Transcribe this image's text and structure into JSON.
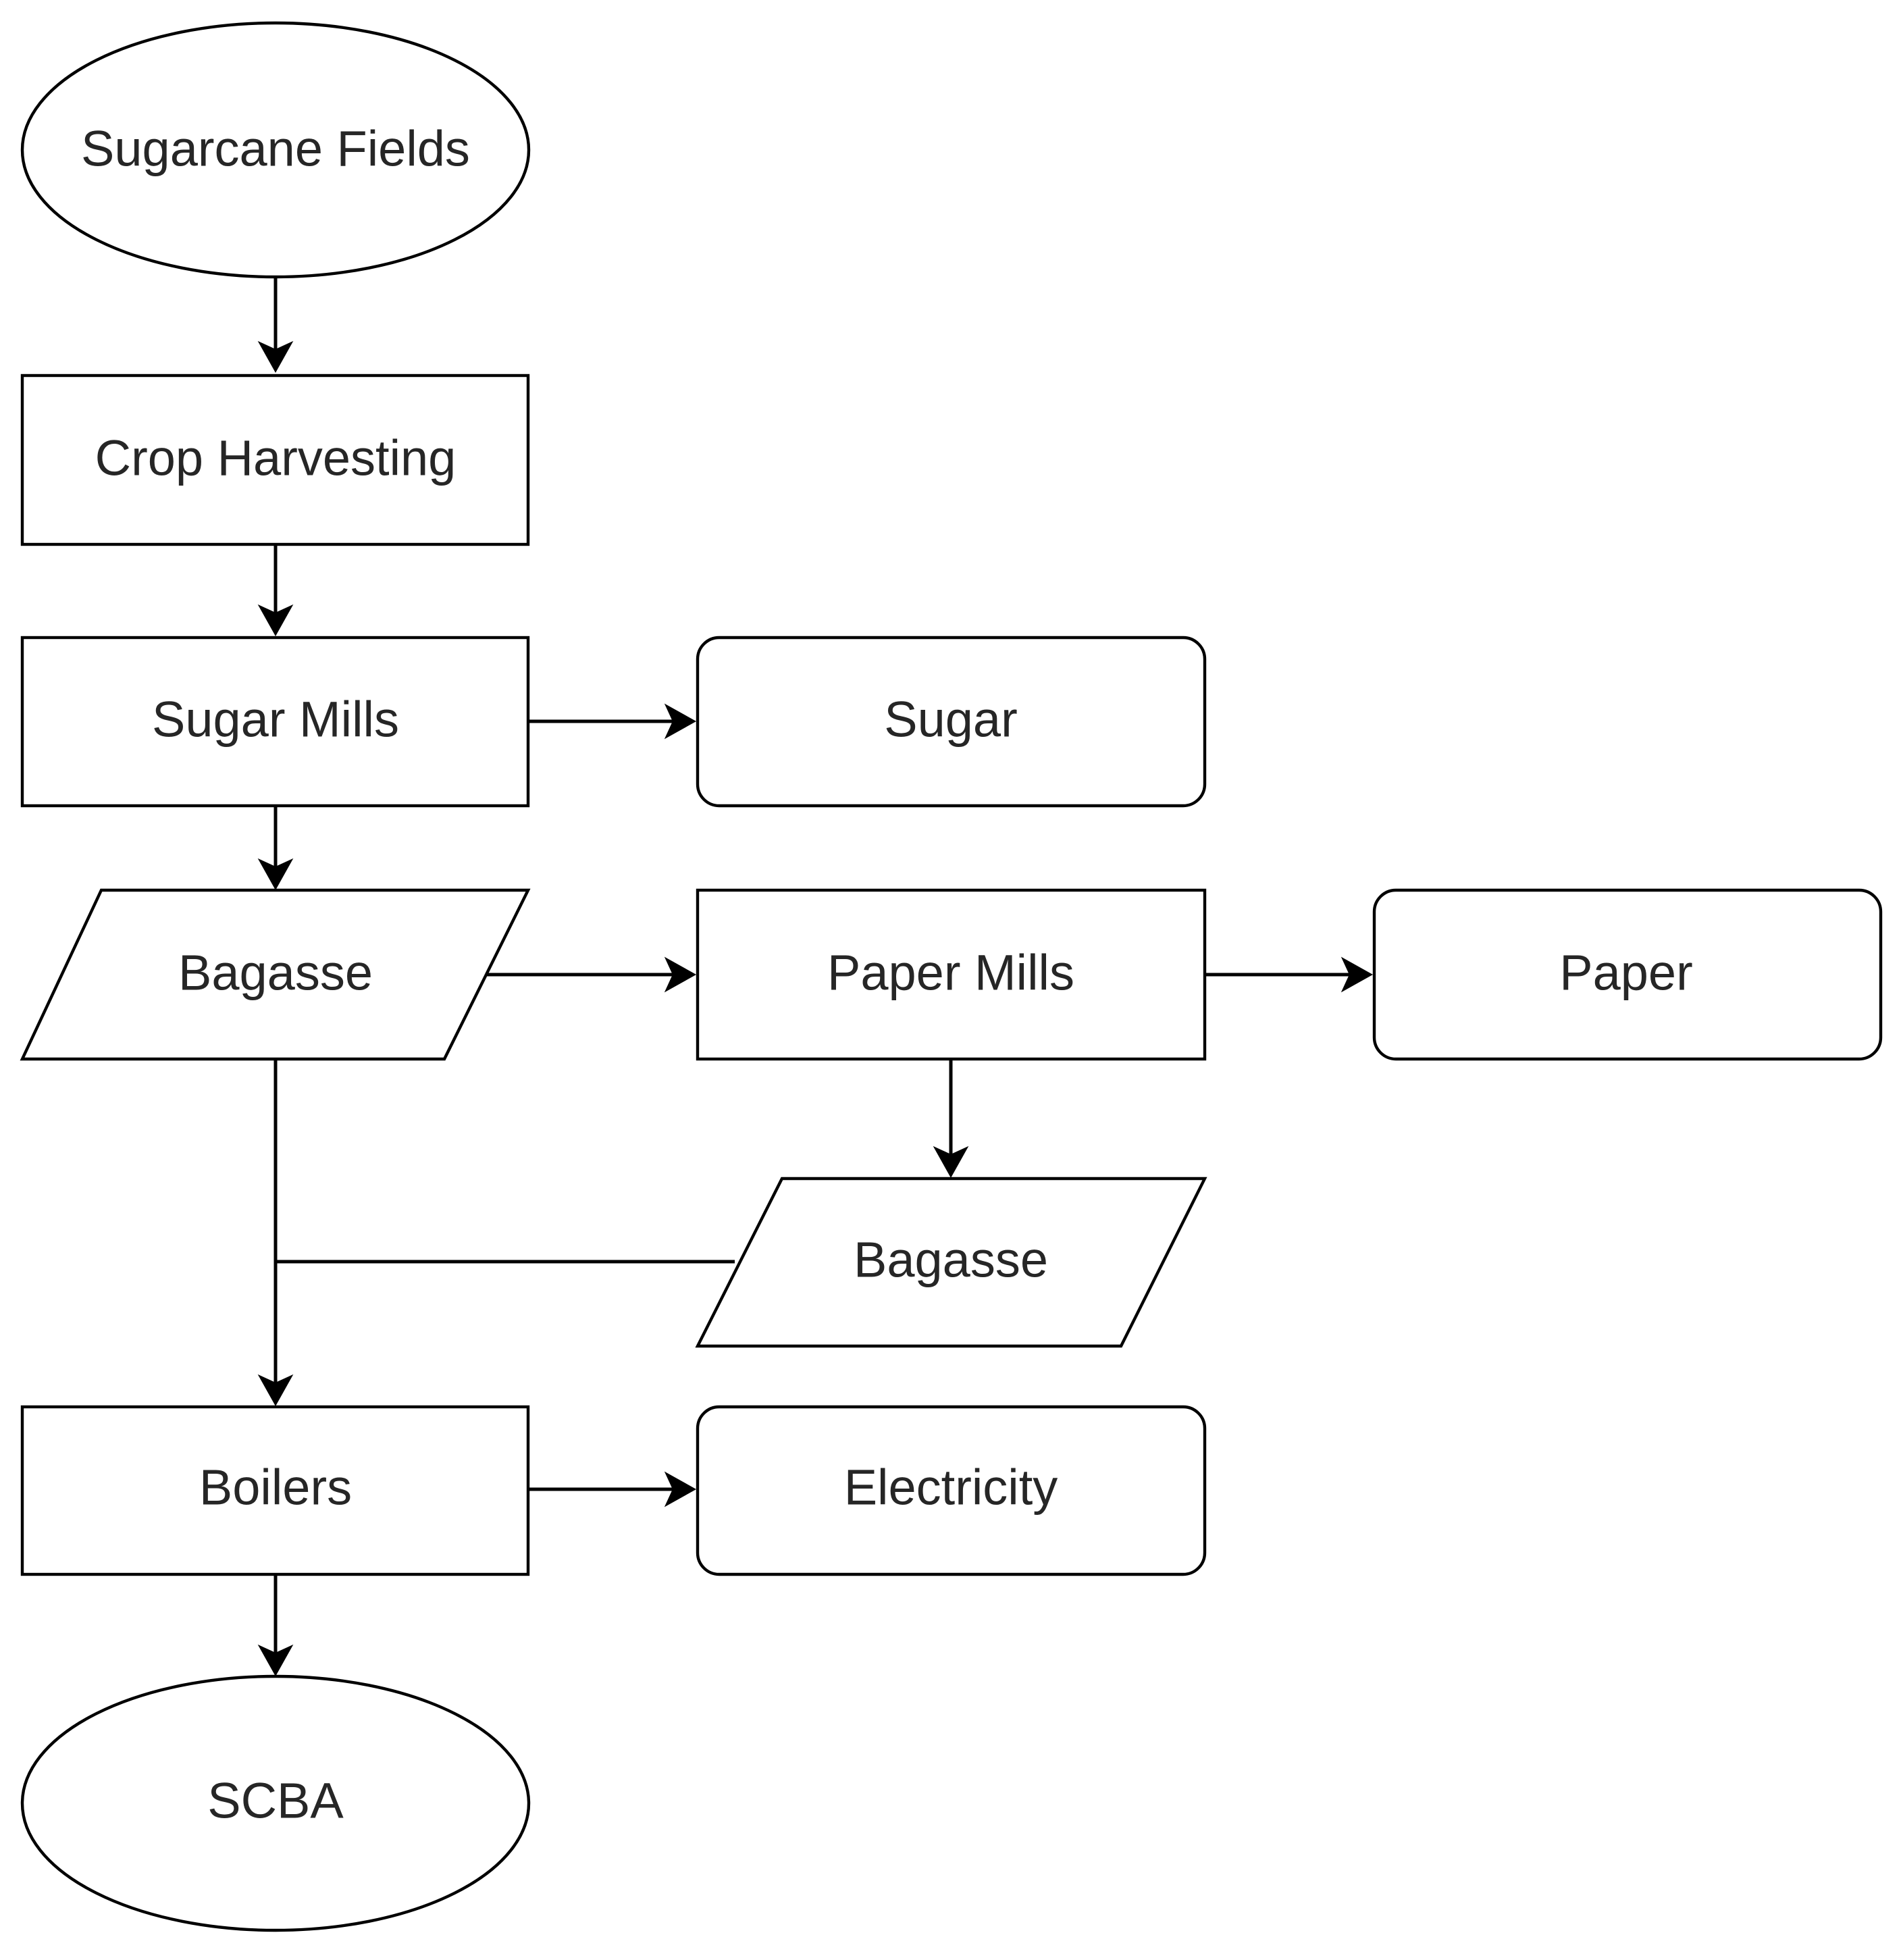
{
  "diagram": {
    "nodes": {
      "sugarcane_fields": "Sugarcane Fields",
      "crop_harvesting": "Crop Harvesting",
      "sugar_mills": "Sugar Mills",
      "sugar": "Sugar",
      "bagasse_1": "Bagasse",
      "paper_mills": "Paper Mills",
      "paper": "Paper",
      "bagasse_2": "Bagasse",
      "boilers": "Boilers",
      "electricity": "Electricity",
      "scba": "SCBA"
    },
    "edges": [
      {
        "from": "Sugarcane Fields",
        "to": "Crop Harvesting"
      },
      {
        "from": "Crop Harvesting",
        "to": "Sugar Mills"
      },
      {
        "from": "Sugar Mills",
        "to": "Sugar"
      },
      {
        "from": "Sugar Mills",
        "to": "Bagasse"
      },
      {
        "from": "Bagasse",
        "to": "Paper Mills"
      },
      {
        "from": "Paper Mills",
        "to": "Paper"
      },
      {
        "from": "Paper Mills",
        "to": "Bagasse"
      },
      {
        "from": "Bagasse",
        "to": "Boilers"
      },
      {
        "from": "Bagasse",
        "to": "Boilers"
      },
      {
        "from": "Boilers",
        "to": "Electricity"
      },
      {
        "from": "Boilers",
        "to": "SCBA"
      }
    ]
  }
}
